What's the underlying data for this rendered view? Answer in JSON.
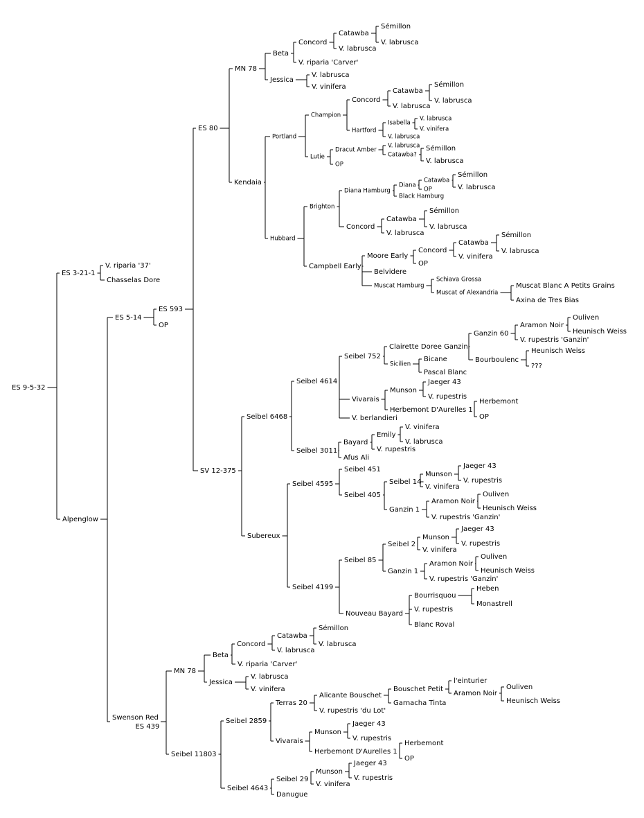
{
  "pedigree": {
    "root": "ES 9-5-32",
    "nodes": [
      {
        "id": "root",
        "label": "ES 9-5-32"
      },
      {
        "id": "es3211",
        "label": "ES 3-21-1",
        "parent": "root"
      },
      {
        "id": "vrip37",
        "label": "V. riparia '37'",
        "parent": "es3211"
      },
      {
        "id": "chasdore",
        "label": "Chasselas Dore",
        "parent": "es3211"
      },
      {
        "id": "alpen",
        "label": "Alpenglow",
        "parent": "root"
      },
      {
        "id": "es514",
        "label": "ES 5-14",
        "parent": "alpen"
      },
      {
        "id": "es593",
        "label": "ES 593",
        "parent": "es514"
      },
      {
        "id": "op1",
        "label": "OP",
        "parent": "es514"
      },
      {
        "id": "es80",
        "label": "ES 80",
        "parent": "es593"
      },
      {
        "id": "mn78a",
        "label": "MN 78",
        "parent": "es80"
      },
      {
        "id": "betaa",
        "label": "Beta",
        "parent": "mn78a"
      },
      {
        "id": "conca",
        "label": "Concord",
        "parent": "betaa"
      },
      {
        "id": "catwa",
        "label": "Catawba",
        "parent": "conca"
      },
      {
        "id": "sema",
        "label": "Sémillon",
        "parent": "catwa"
      },
      {
        "id": "vla1",
        "label": "V. labrusca",
        "parent": "catwa"
      },
      {
        "id": "vla2",
        "label": "V. labrusca",
        "parent": "conca"
      },
      {
        "id": "vrcarva",
        "label": "V. riparia 'Carver'",
        "parent": "betaa"
      },
      {
        "id": "jessa",
        "label": "Jessica",
        "parent": "mn78a"
      },
      {
        "id": "vla3",
        "label": "V. labrusca",
        "parent": "jessa"
      },
      {
        "id": "vvi1",
        "label": "V. vinifera",
        "parent": "jessa"
      },
      {
        "id": "kend",
        "label": "Kendaia",
        "parent": "es80"
      },
      {
        "id": "port",
        "label": "Portland",
        "parent": "kend",
        "small": true
      },
      {
        "id": "champ",
        "label": "Champion",
        "parent": "port",
        "small": true
      },
      {
        "id": "concb",
        "label": "Concord",
        "parent": "champ"
      },
      {
        "id": "catwb",
        "label": "Catawba",
        "parent": "concb"
      },
      {
        "id": "semb",
        "label": "Sémillon",
        "parent": "catwb"
      },
      {
        "id": "vla4",
        "label": "V. labrusca",
        "parent": "catwb"
      },
      {
        "id": "vla5",
        "label": "V. labrusca",
        "parent": "concb"
      },
      {
        "id": "hartf",
        "label": "Hartford",
        "parent": "champ",
        "small": true
      },
      {
        "id": "isab",
        "label": "Isabella",
        "parent": "hartf",
        "small": true
      },
      {
        "id": "vla6",
        "label": "V. labrusca",
        "parent": "isab",
        "small": true
      },
      {
        "id": "vvi2",
        "label": "V. vinifera",
        "parent": "isab",
        "small": true
      },
      {
        "id": "vla7",
        "label": "V. labrusca",
        "parent": "hartf",
        "small": true
      },
      {
        "id": "lutie",
        "label": "Lutie",
        "parent": "port",
        "small": true
      },
      {
        "id": "dracut",
        "label": "Dracut Amber",
        "parent": "lutie",
        "small": true
      },
      {
        "id": "vla8",
        "label": "V. labrusca",
        "parent": "dracut",
        "small": true
      },
      {
        "id": "catq",
        "label": "Catawba?",
        "parent": "dracut",
        "small": true
      },
      {
        "id": "semc",
        "label": "Sémillon",
        "parent": "catq"
      },
      {
        "id": "vla9",
        "label": "V. labrusca",
        "parent": "catq"
      },
      {
        "id": "op2",
        "label": "OP",
        "parent": "lutie",
        "small": true
      },
      {
        "id": "hubb",
        "label": "Hubbard",
        "parent": "kend",
        "small": true
      },
      {
        "id": "brigh",
        "label": "Brighton",
        "parent": "hubb",
        "small": true
      },
      {
        "id": "dianah",
        "label": "Diana Hamburg",
        "parent": "brigh",
        "small": true
      },
      {
        "id": "diana",
        "label": "Diana",
        "parent": "dianah",
        "small": true
      },
      {
        "id": "catwd",
        "label": "Catawba",
        "parent": "diana",
        "small": true
      },
      {
        "id": "semd",
        "label": "Sémillon",
        "parent": "catwd"
      },
      {
        "id": "vla10",
        "label": "V. labrusca",
        "parent": "catwd"
      },
      {
        "id": "op3",
        "label": "OP",
        "parent": "diana",
        "small": true
      },
      {
        "id": "blackh",
        "label": "Black Hamburg",
        "parent": "dianah",
        "small": true
      },
      {
        "id": "conce",
        "label": "Concord",
        "parent": "brigh"
      },
      {
        "id": "catwe",
        "label": "Catawba",
        "parent": "conce"
      },
      {
        "id": "seme",
        "label": "Sémillon",
        "parent": "catwe"
      },
      {
        "id": "vla11",
        "label": "V. labrusca",
        "parent": "catwe"
      },
      {
        "id": "vla12",
        "label": "V. labrusca",
        "parent": "conce"
      },
      {
        "id": "campe",
        "label": "Campbell Early",
        "parent": "hubb"
      },
      {
        "id": "moore",
        "label": "Moore Early",
        "parent": "campe"
      },
      {
        "id": "concf",
        "label": "Concord",
        "parent": "moore"
      },
      {
        "id": "catwf",
        "label": "Catawba",
        "parent": "concf"
      },
      {
        "id": "semf",
        "label": "Sémillon",
        "parent": "catwf"
      },
      {
        "id": "vla13",
        "label": "V. labrusca",
        "parent": "catwf"
      },
      {
        "id": "vvi3",
        "label": "V. vinifera",
        "parent": "concf"
      },
      {
        "id": "op4",
        "label": "OP",
        "parent": "moore"
      },
      {
        "id": "belv",
        "label": "Belvidere",
        "parent": "campe"
      },
      {
        "id": "muscham",
        "label": "Muscat Hamburg",
        "parent": "campe",
        "small": true
      },
      {
        "id": "schiava",
        "label": "Schiava Grossa",
        "parent": "muscham",
        "small": true
      },
      {
        "id": "muscalex",
        "label": "Muscat of Alexandria",
        "parent": "muscham",
        "small": true
      },
      {
        "id": "muscblanc",
        "label": "Muscat Blanc A Petits Grains",
        "parent": "muscalex"
      },
      {
        "id": "axina",
        "label": "Axina de Tres Bias",
        "parent": "muscalex"
      },
      {
        "id": "sv12",
        "label": "SV 12-375",
        "parent": "es593"
      },
      {
        "id": "s6468",
        "label": "Seibel 6468",
        "parent": "sv12"
      },
      {
        "id": "s4614",
        "label": "Seibel 4614",
        "parent": "s6468"
      },
      {
        "id": "s752",
        "label": "Seibel 752",
        "parent": "s4614"
      },
      {
        "id": "clair",
        "label": "Clairette Doree Ganzin",
        "parent": "s752"
      },
      {
        "id": "ganz60",
        "label": "Ganzin 60",
        "parent": "clair"
      },
      {
        "id": "aramna",
        "label": "Aramon Noir",
        "parent": "ganz60"
      },
      {
        "id": "ouliva",
        "label": "Ouliven",
        "parent": "aramna"
      },
      {
        "id": "heuna",
        "label": "Heunisch Weiss",
        "parent": "aramna"
      },
      {
        "id": "vrgana",
        "label": "V. rupestris 'Ganzin'",
        "parent": "ganz60"
      },
      {
        "id": "bourb",
        "label": "Bourboulenc",
        "parent": "clair"
      },
      {
        "id": "heunb",
        "label": "Heunisch Weiss",
        "parent": "bourb"
      },
      {
        "id": "qqq",
        "label": "???",
        "parent": "bourb"
      },
      {
        "id": "sicil",
        "label": "Sicilien",
        "parent": "s752",
        "small": true
      },
      {
        "id": "bican",
        "label": "Bicane",
        "parent": "sicil"
      },
      {
        "id": "pascal",
        "label": "Pascal Blanc",
        "parent": "sicil"
      },
      {
        "id": "vivaa",
        "label": "Vivarais",
        "parent": "s4614"
      },
      {
        "id": "munsa",
        "label": "Munson",
        "parent": "vivaa"
      },
      {
        "id": "jaega",
        "label": "Jaeger 43",
        "parent": "munsa"
      },
      {
        "id": "vrua",
        "label": "V. rupestris",
        "parent": "munsa"
      },
      {
        "id": "herbda",
        "label": "Herbemont D'Aurelles 1",
        "parent": "vivaa"
      },
      {
        "id": "herba",
        "label": "Herbemont",
        "parent": "herbda"
      },
      {
        "id": "op5",
        "label": "OP",
        "parent": "herbda"
      },
      {
        "id": "vberl",
        "label": "V. berlandieri",
        "parent": "s4614"
      },
      {
        "id": "s3011",
        "label": "Seibel 3011",
        "parent": "s6468"
      },
      {
        "id": "bayard",
        "label": "Bayard",
        "parent": "s3011"
      },
      {
        "id": "emily",
        "label": "Emily",
        "parent": "bayard"
      },
      {
        "id": "vvi4",
        "label": "V. vinifera",
        "parent": "emily"
      },
      {
        "id": "vla14",
        "label": "V. labrusca",
        "parent": "emily"
      },
      {
        "id": "vrub",
        "label": "V. rupestris",
        "parent": "bayard"
      },
      {
        "id": "afus",
        "label": "Afus Ali",
        "parent": "s3011"
      },
      {
        "id": "subere",
        "label": "Subereux",
        "parent": "sv12"
      },
      {
        "id": "s4595",
        "label": "Seibel 4595",
        "parent": "subere"
      },
      {
        "id": "s451",
        "label": "Seibel 451",
        "parent": "s4595"
      },
      {
        "id": "s405",
        "label": "Seibel 405",
        "parent": "s4595"
      },
      {
        "id": "s14",
        "label": "Seibel 14",
        "parent": "s405"
      },
      {
        "id": "munsb",
        "label": "Munson",
        "parent": "s14"
      },
      {
        "id": "jaegb",
        "label": "Jaeger 43",
        "parent": "munsb"
      },
      {
        "id": "vruc",
        "label": "V. rupestris",
        "parent": "munsb"
      },
      {
        "id": "vvi5",
        "label": "V. vinifera",
        "parent": "s14"
      },
      {
        "id": "ganz1a",
        "label": "Ganzin 1",
        "parent": "s405"
      },
      {
        "id": "aramnb",
        "label": "Aramon Noir",
        "parent": "ganz1a"
      },
      {
        "id": "oulivb",
        "label": "Ouliven",
        "parent": "aramnb"
      },
      {
        "id": "heunc",
        "label": "Heunisch Weiss",
        "parent": "aramnb"
      },
      {
        "id": "vrganb",
        "label": "V. rupestris 'Ganzin'",
        "parent": "ganz1a"
      },
      {
        "id": "s4199",
        "label": "Seibel 4199",
        "parent": "subere"
      },
      {
        "id": "s85",
        "label": "Seibel 85",
        "parent": "s4199"
      },
      {
        "id": "s2",
        "label": "Seibel 2",
        "parent": "s85"
      },
      {
        "id": "munsc",
        "label": "Munson",
        "parent": "s2"
      },
      {
        "id": "jaegc",
        "label": "Jaeger 43",
        "parent": "munsc"
      },
      {
        "id": "vrud",
        "label": "V. rupestris",
        "parent": "munsc"
      },
      {
        "id": "vvi6",
        "label": "V. vinifera",
        "parent": "s2"
      },
      {
        "id": "ganz1b",
        "label": "Ganzin 1",
        "parent": "s85"
      },
      {
        "id": "aramnc",
        "label": "Aramon Noir",
        "parent": "ganz1b"
      },
      {
        "id": "oulivc",
        "label": "Ouliven",
        "parent": "aramnc"
      },
      {
        "id": "heund",
        "label": "Heunisch Weiss",
        "parent": "aramnc"
      },
      {
        "id": "vrganc",
        "label": "V. rupestris 'Ganzin'",
        "parent": "ganz1b"
      },
      {
        "id": "nouvb",
        "label": "Nouveau Bayard",
        "parent": "s4199"
      },
      {
        "id": "bourr",
        "label": "Bourrisquou",
        "parent": "nouvb"
      },
      {
        "id": "heben",
        "label": "Heben",
        "parent": "bourr"
      },
      {
        "id": "monas",
        "label": "Monastrell",
        "parent": "bourr"
      },
      {
        "id": "vrue",
        "label": "V. rupestris",
        "parent": "nouvb"
      },
      {
        "id": "blancr",
        "label": "Blanc Roval",
        "parent": "nouvb"
      },
      {
        "id": "swred",
        "label": "Swenson Red\nES 439",
        "parent": "alpen"
      },
      {
        "id": "mn78b",
        "label": "MN 78",
        "parent": "swred"
      },
      {
        "id": "betab",
        "label": "Beta",
        "parent": "mn78b"
      },
      {
        "id": "concg",
        "label": "Concord",
        "parent": "betab"
      },
      {
        "id": "catwg",
        "label": "Catawba",
        "parent": "concg"
      },
      {
        "id": "semg",
        "label": "Sémillon",
        "parent": "catwg"
      },
      {
        "id": "vla15",
        "label": "V. labrusca",
        "parent": "catwg"
      },
      {
        "id": "vla16",
        "label": "V. labrusca",
        "parent": "concg"
      },
      {
        "id": "vrcarvb",
        "label": "V. riparia 'Carver'",
        "parent": "betab"
      },
      {
        "id": "jessb",
        "label": "Jessica",
        "parent": "mn78b"
      },
      {
        "id": "vla17",
        "label": "V. labrusca",
        "parent": "jessb"
      },
      {
        "id": "vvi7",
        "label": "V. vinifera",
        "parent": "jessb"
      },
      {
        "id": "s11803",
        "label": "Seibel 11803",
        "parent": "swred"
      },
      {
        "id": "s2859",
        "label": "Seibel 2859",
        "parent": "s11803"
      },
      {
        "id": "terras",
        "label": "Terras 20",
        "parent": "s2859"
      },
      {
        "id": "alic",
        "label": "Alicante Bouschet",
        "parent": "terras"
      },
      {
        "id": "bouschp",
        "label": "Bouschet Petit",
        "parent": "alic"
      },
      {
        "id": "teint",
        "label": "l'einturier",
        "parent": "bouschp"
      },
      {
        "id": "aramnd",
        "label": "Aramon Noir",
        "parent": "bouschp"
      },
      {
        "id": "oulivd",
        "label": "Ouliven",
        "parent": "aramnd"
      },
      {
        "id": "heune",
        "label": "Heunisch Weiss",
        "parent": "aramnd"
      },
      {
        "id": "garn",
        "label": "Garnacha Tinta",
        "parent": "alic"
      },
      {
        "id": "vrlot",
        "label": "V. rupestris 'du Lot'",
        "parent": "terras"
      },
      {
        "id": "vivab",
        "label": "Vivarais",
        "parent": "s2859"
      },
      {
        "id": "munsd",
        "label": "Munson",
        "parent": "vivab"
      },
      {
        "id": "jaegd",
        "label": "Jaeger 43",
        "parent": "munsd"
      },
      {
        "id": "vruf",
        "label": "V. rupestris",
        "parent": "munsd"
      },
      {
        "id": "herbdb",
        "label": "Herbemont D'Aurelles 1",
        "parent": "vivab"
      },
      {
        "id": "herbb",
        "label": "Herbemont",
        "parent": "herbdb"
      },
      {
        "id": "op6",
        "label": "OP",
        "parent": "herbdb"
      },
      {
        "id": "s4643",
        "label": "Seibel 4643",
        "parent": "s11803"
      },
      {
        "id": "s29",
        "label": "Seibel 29",
        "parent": "s4643"
      },
      {
        "id": "munse",
        "label": "Munson",
        "parent": "s29"
      },
      {
        "id": "jaege",
        "label": "Jaeger 43",
        "parent": "munse"
      },
      {
        "id": "vrug",
        "label": "V. rupestris",
        "parent": "munse"
      },
      {
        "id": "vvi8",
        "label": "V. vinifera",
        "parent": "s29"
      },
      {
        "id": "danug",
        "label": "Danugue",
        "parent": "s4643"
      }
    ]
  }
}
